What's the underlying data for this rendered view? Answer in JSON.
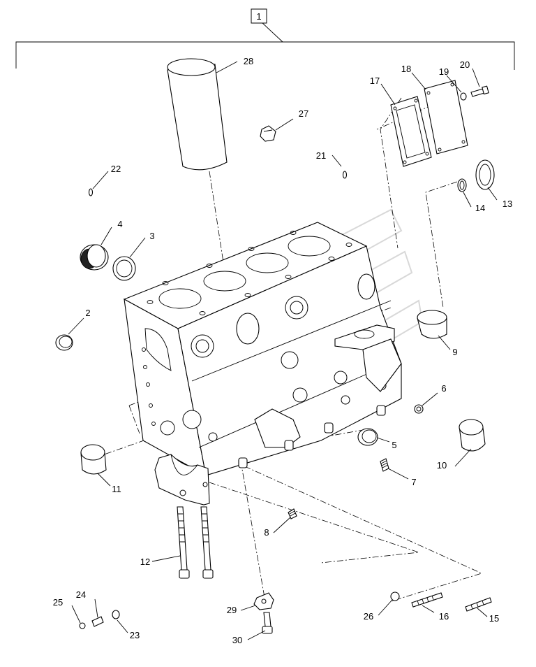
{
  "assembly_label": "1",
  "callouts": {
    "c2": "2",
    "c3": "3",
    "c4": "4",
    "c5": "5",
    "c6": "6",
    "c7": "7",
    "c8": "8",
    "c9": "9",
    "c10": "10",
    "c11": "11",
    "c12": "12",
    "c13": "13",
    "c14": "14",
    "c15": "15",
    "c16": "16",
    "c17": "17",
    "c18": "18",
    "c19": "19",
    "c20": "20",
    "c21": "21",
    "c22": "22",
    "c23": "23",
    "c24": "24",
    "c25": "25",
    "c26": "26",
    "c27": "27",
    "c28": "28",
    "c29": "29",
    "c30": "30"
  }
}
